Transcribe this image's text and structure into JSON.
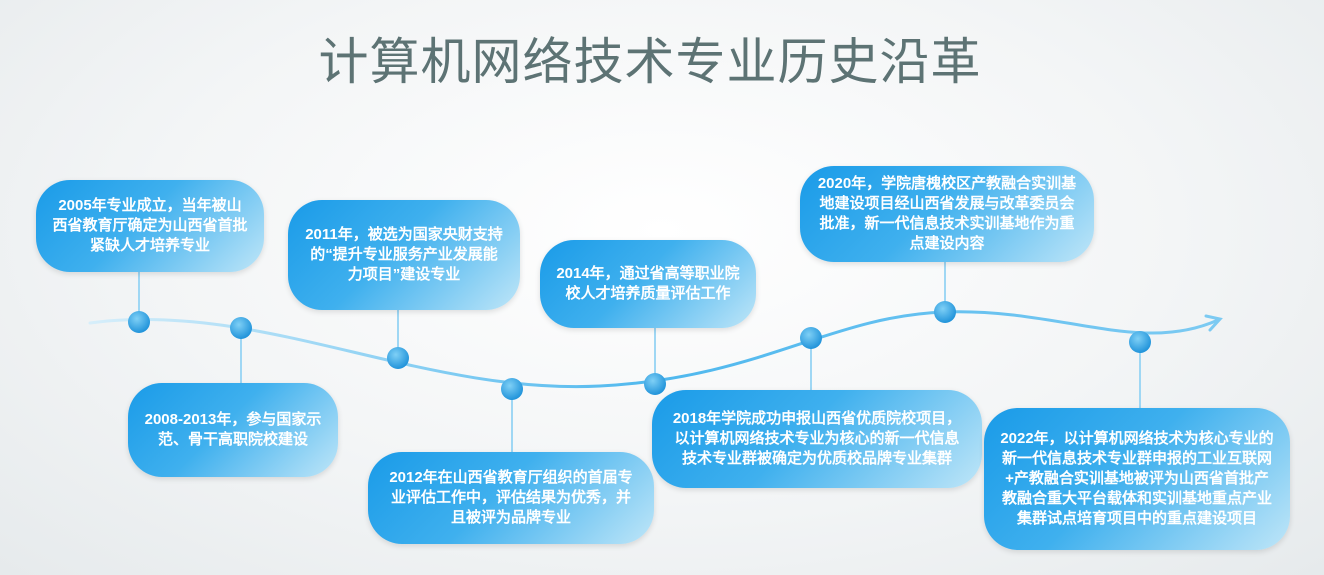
{
  "title": "计算机网络技术专业历史沿革",
  "colors": {
    "accent": "#1a9be8",
    "title": "#5d7374",
    "line": "#6cc5f0"
  },
  "events": [
    "2005年专业成立，当年被山西省教育厅确定为山西省首批紧缺人才培养专业",
    "2008-2013年，参与国家示范、骨干高职院校建设",
    "2011年，被选为国家央财支持的“提升专业服务产业发展能力项目”建设专业",
    "2012年在山西省教育厅组织的首届专业评估工作中，评估结果为优秀，并且被评为品牌专业",
    "2014年，通过省高等职业院校人才培养质量评估工作",
    "2018年学院成功申报山西省优质院校项目，以计算机网络技术专业为核心的新一代信息技术专业群被确定为优质校品牌专业集群",
    "2020年，学院唐槐校区产教融合实训基地建设项目经山西省发展与改革委员会批准，新一代信息技术实训基地作为重点建设内容",
    "2022年，以计算机网络技术为核心专业的新一代信息技术专业群申报的工业互联网+产教融合实训基地被评为山西省首批产教融合重大平台载体和实训基地重点产业集群试点培育项目中的重点建设项目"
  ]
}
